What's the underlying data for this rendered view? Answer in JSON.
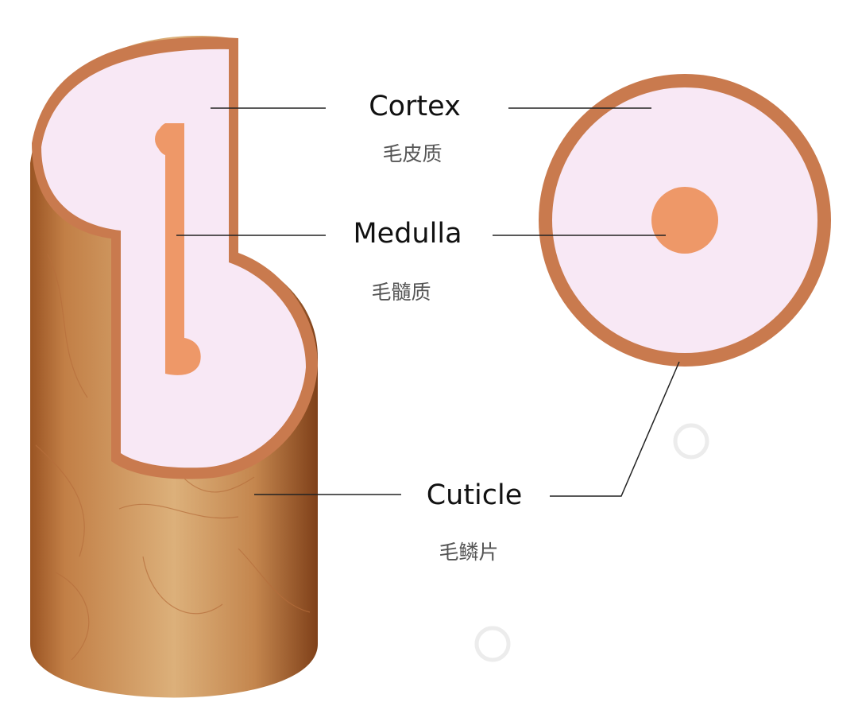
{
  "colors": {
    "cuticle": "#c97a4e",
    "cortex": "#f8e8f5",
    "medulla": "#ee9868",
    "shaft_dark": "#8a4a1f",
    "shaft_mid": "#c78a55",
    "shaft_light": "#ddb07a",
    "leader_line": "#222222"
  },
  "labels": {
    "cortex": {
      "en": "Cortex",
      "cn": "毛皮质"
    },
    "medulla": {
      "en": "Medulla",
      "cn": "毛髓质"
    },
    "cuticle": {
      "en": "Cuticle",
      "cn": "毛鳞片"
    }
  },
  "watermark_icon": "spiral-watermark-icon"
}
